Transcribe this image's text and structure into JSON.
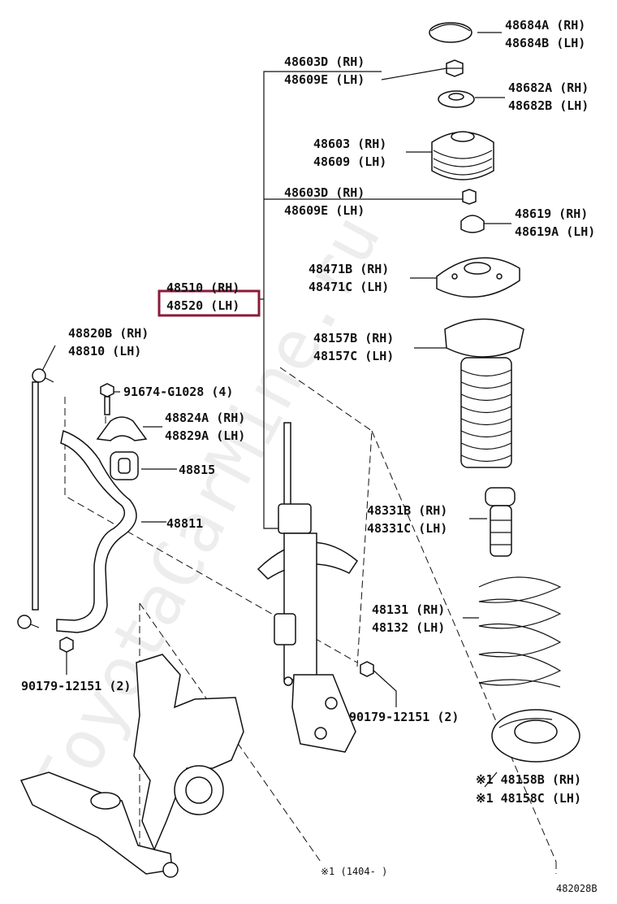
{
  "watermark": "ToyotaCarMine.ru",
  "diagram_id": "482028B",
  "footnote": "※1 (1404-      )",
  "labels": {
    "p48684": [
      "48684A (RH)",
      "48684B (LH)"
    ],
    "p48603d_top": [
      "48603D (RH)",
      "48609E (LH)"
    ],
    "p48682": [
      "48682A (RH)",
      "48682B (LH)"
    ],
    "p48603": [
      "48603 (RH)",
      "48609 (LH)"
    ],
    "p48603d_mid": [
      "48603D (RH)",
      "48609E (LH)"
    ],
    "p48619": [
      "48619 (RH)",
      "48619A (LH)"
    ],
    "p48471": [
      "48471B (RH)",
      "48471C (LH)"
    ],
    "p48510": [
      "48510 (RH)",
      "48520 (LH)"
    ],
    "p48157": [
      "48157B (RH)",
      "48157C (LH)"
    ],
    "p48820": [
      "48820B (RH)",
      "48810 (LH)"
    ],
    "p91674": "91674-G1028 (4)",
    "p48824": [
      "48824A (RH)",
      "48829A (LH)"
    ],
    "p48815": "48815",
    "p48811": "48811",
    "p48331": [
      "48331B (RH)",
      "48331C (LH)"
    ],
    "p48131": [
      "48131 (RH)",
      "48132 (LH)"
    ],
    "p90179_left": "90179-12151 (2)",
    "p90179_right": "90179-12151 (2)",
    "p48158": [
      "※1 48158B (RH)",
      "※1 48158C (LH)"
    ]
  },
  "highlight": {
    "part": "48520 (LH)",
    "color": "#8b1a3a"
  }
}
